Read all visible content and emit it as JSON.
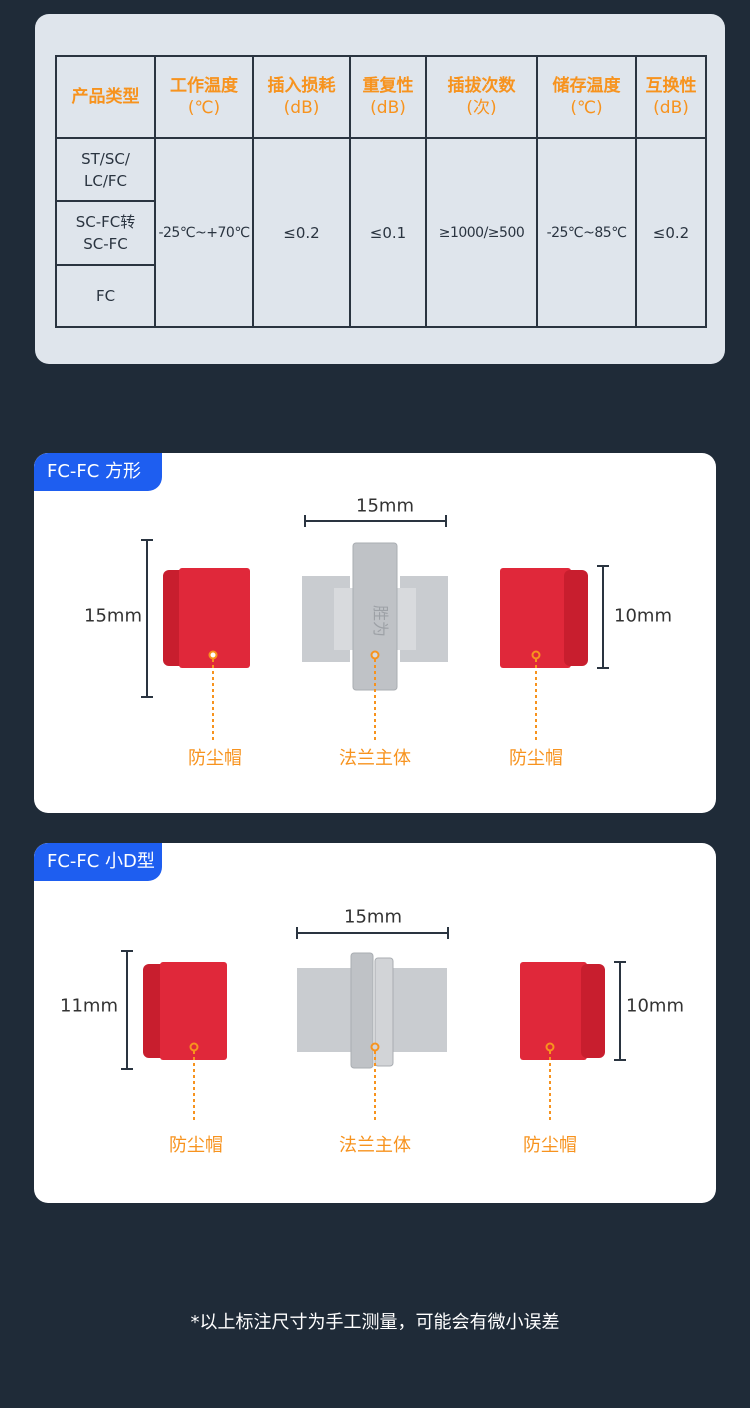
{
  "spec_table": {
    "headers": [
      {
        "title": "产品类型",
        "unit": ""
      },
      {
        "title": "工作温度",
        "unit": "(℃)"
      },
      {
        "title": "插入损耗",
        "unit": "(dB)"
      },
      {
        "title": "重复性",
        "unit": "(dB)"
      },
      {
        "title": "插拔次数",
        "unit": "(次)"
      },
      {
        "title": "储存温度",
        "unit": "(℃)"
      },
      {
        "title": "互换性",
        "unit": "(dB)"
      }
    ],
    "types": [
      "ST/SC/\nLC/FC",
      "SC-FC转\nSC-FC",
      "FC"
    ],
    "values": {
      "work_temp": "-25℃~+70℃",
      "insertion_loss": "≤0.2",
      "repeatability": "≤0.1",
      "mating_cycles": "≥1000/≥500",
      "storage_temp": "-25℃~85℃",
      "interchangeability": "≤0.2"
    }
  },
  "cards": [
    {
      "title": "FC-FC 方形",
      "width_label": "15mm",
      "left_label": "15mm",
      "right_label": "10mm",
      "cap_left": "防尘帽",
      "body": "法兰主体",
      "cap_right": "防尘帽",
      "logo": "胜为"
    },
    {
      "title": "FC-FC 小D型",
      "width_label": "15mm",
      "left_label": "11mm",
      "right_label": "10mm",
      "cap_left": "防尘帽",
      "body": "法兰主体",
      "cap_right": "防尘帽"
    }
  ],
  "footer": "*以上标注尺寸为手工测量，可能会有微小误差",
  "colors": {
    "accent": "#f7931e",
    "badge": "#1e5ef0",
    "cap": "#e0283a"
  }
}
